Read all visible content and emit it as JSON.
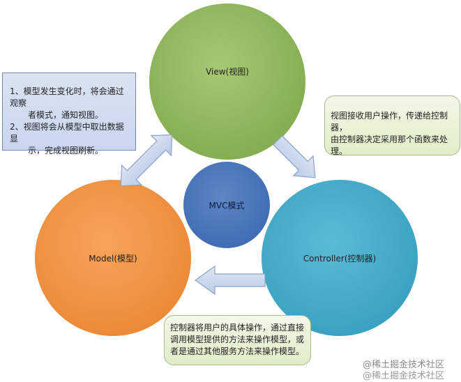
{
  "diagram": {
    "view": {
      "label": "View(视图)",
      "color": "#8db55a"
    },
    "controller": {
      "label": "Controller(控制器)",
      "color": "#40a9c7"
    },
    "model": {
      "label": "Model(模型)",
      "color": "#ef8f3f"
    },
    "center": {
      "label": "MVC模式",
      "color": "#4672b8"
    },
    "arrow_color": "#c8d6ea",
    "arrow_stroke": "#8aa2c8"
  },
  "notes": {
    "model_view": {
      "lines": [
        "1、模型发生变化时，将会通过观察",
        "者模式，通知视图。",
        "2、视图将会从模型中取出数据显",
        "示，完成视图刷新。"
      ]
    },
    "view_controller": {
      "lines": [
        "视图接收用户操作，传递给控制器，",
        "由控制器决定采用那个函数来处理。"
      ]
    },
    "controller_model": {
      "lines": [
        "控制器将用户的具体操作，通过直接",
        "调用模型提供的方法来操作模型，或",
        "者是通过其他服务方法来操作模型。"
      ]
    }
  },
  "watermark": {
    "line1": "@稀土掘金技术社区",
    "line2": "@稀土掘金技术社区"
  }
}
